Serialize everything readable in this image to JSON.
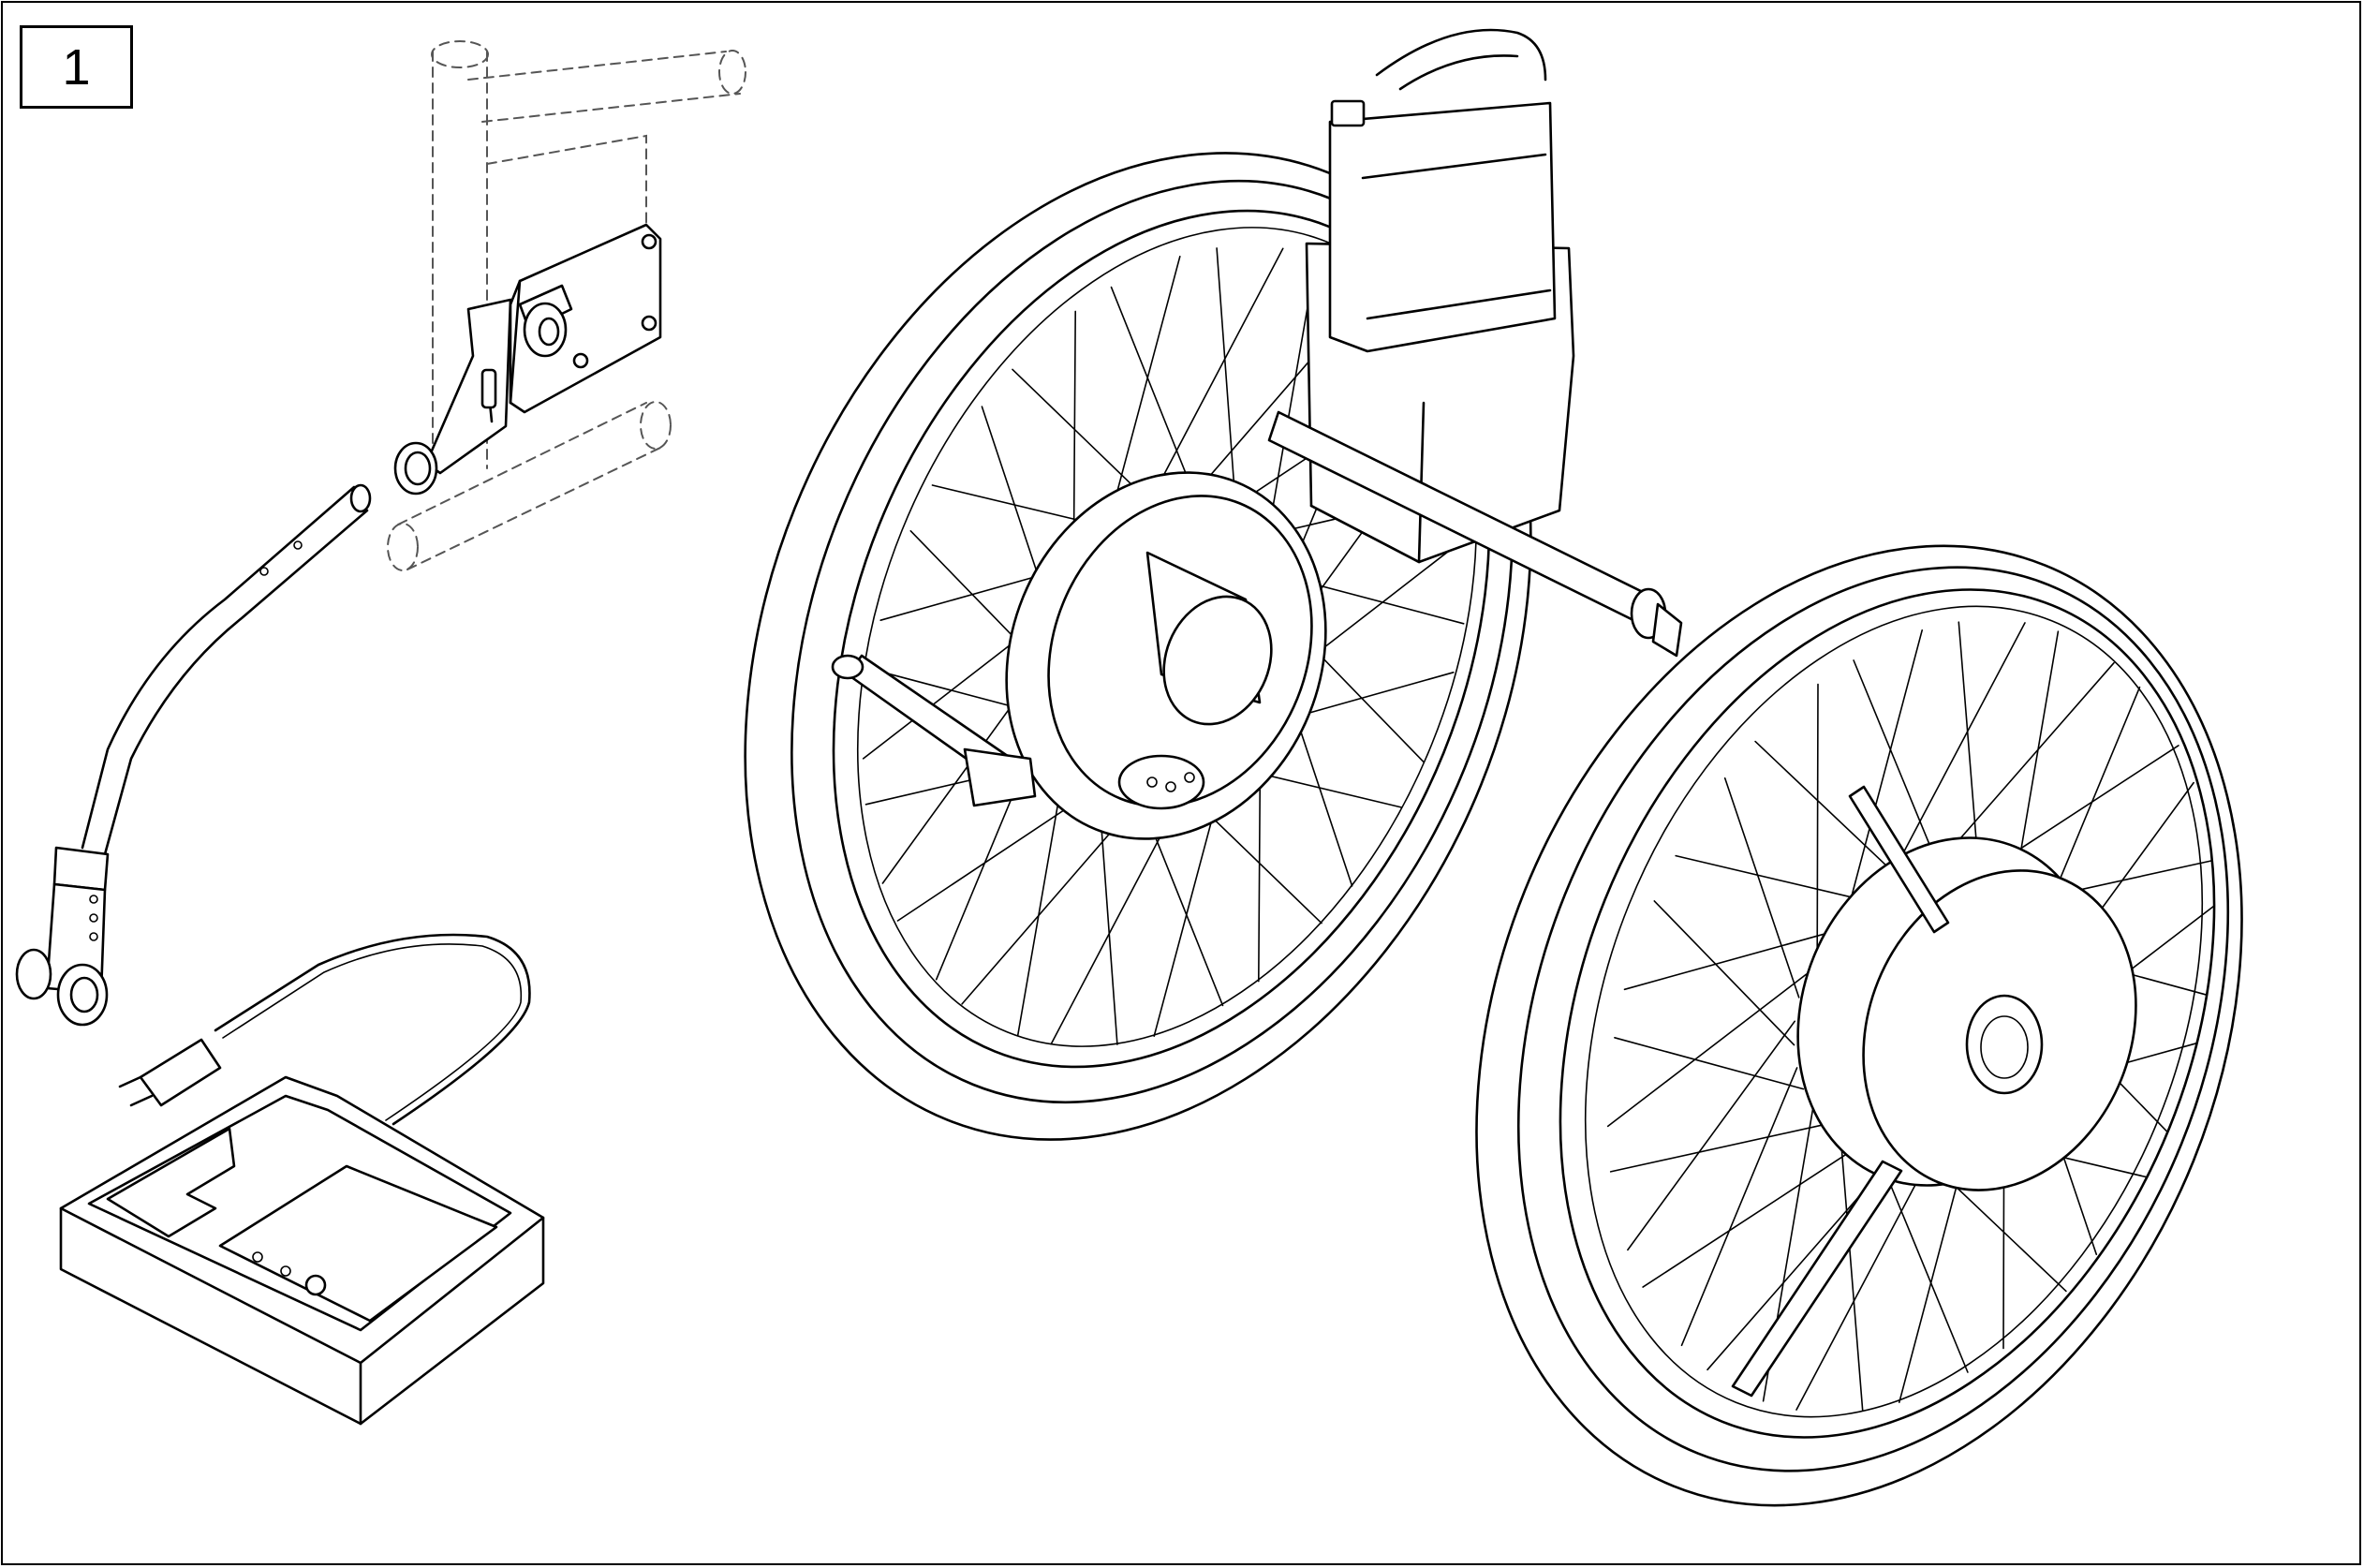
{
  "figure": {
    "callout_number": "1"
  },
  "parts": {
    "mounting_bracket": "bracket-assembly",
    "anti_tip_tube": "anti-tip-tube",
    "charger": "charger-unit",
    "left_wheel": "drive-wheel-with-battery",
    "right_wheel": "drive-wheel"
  }
}
